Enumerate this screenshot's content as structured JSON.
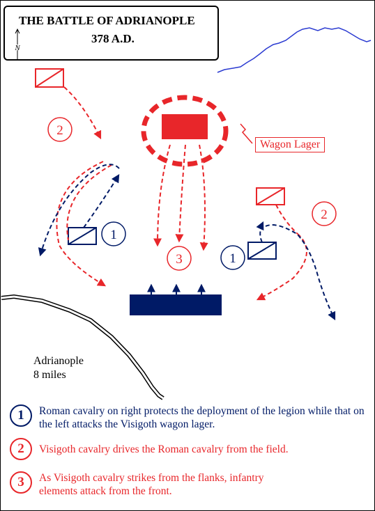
{
  "title": {
    "line1": "THE BATTLE OF ADRIANOPLE",
    "line2": "378 A.D."
  },
  "north_label": "N",
  "wagon_lager_label": "Wagon Lager",
  "city": {
    "name": "Adrianople",
    "distance": "8 miles"
  },
  "markers": {
    "one": "1",
    "two": "2",
    "three": "3"
  },
  "legend": [
    {
      "number": "1",
      "text": "Roman cavalry on right protects the deployment of the legion while that on the left attacks the Visigoth wagon lager.",
      "color": "#001a66"
    },
    {
      "number": "2",
      "text": "Visigoth cavalry drives the Roman cavalry from the field.",
      "color": "#e8262a"
    },
    {
      "number": "3",
      "text": "As Visigoth cavalry strikes from the flanks, infantry elements attack from the front.",
      "color": "#e8262a"
    }
  ],
  "colors": {
    "roman": "#001a66",
    "visigoth": "#e8262a",
    "river": "#2b3bd1"
  }
}
